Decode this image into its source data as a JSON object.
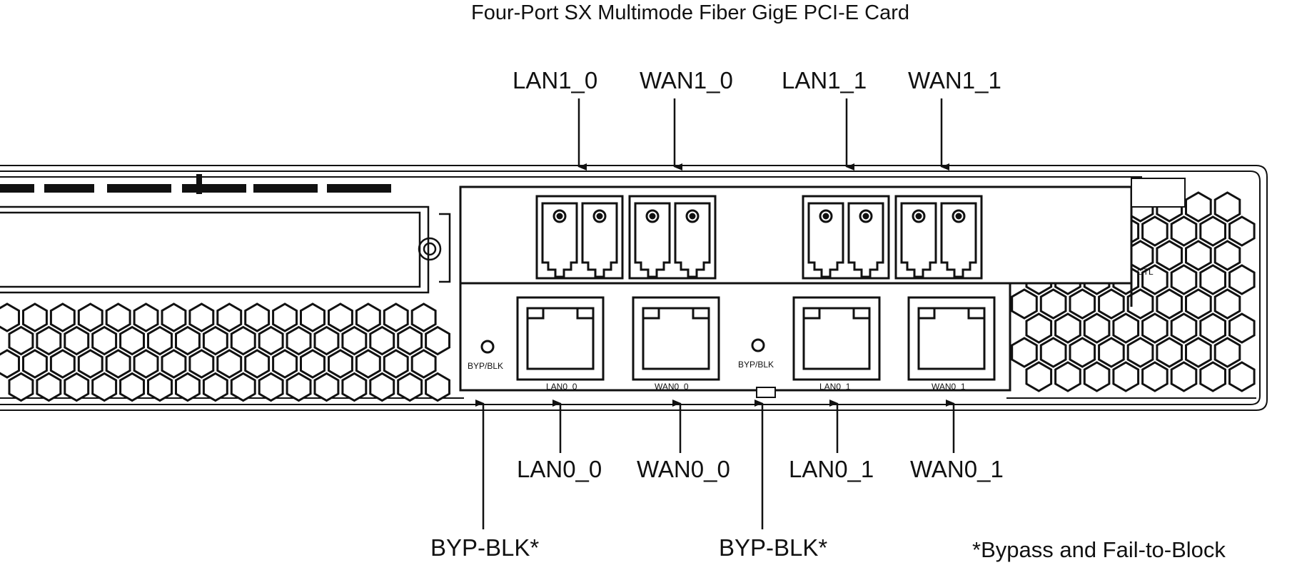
{
  "title": "Four-Port SX Multimode Fiber GigE PCI-E Card",
  "top_ports": [
    "LAN1_0",
    "WAN1_0",
    "LAN1_1",
    "WAN1_1"
  ],
  "bottom_ports": [
    "LAN0_0",
    "WAN0_0",
    "LAN0_1",
    "WAN0_1"
  ],
  "bypass_labels": [
    "BYP-BLK*",
    "BYP-BLK*"
  ],
  "silk_labels": {
    "byp_left": "BYP/BLK",
    "byp_right": "BYP/BLK",
    "rj45": [
      "LAN0_0",
      "WAN0_0",
      "LAN0_1",
      "WAN0_1"
    ],
    "ctl": "CTL"
  },
  "footnote": "*Bypass and Fail-to-Block"
}
